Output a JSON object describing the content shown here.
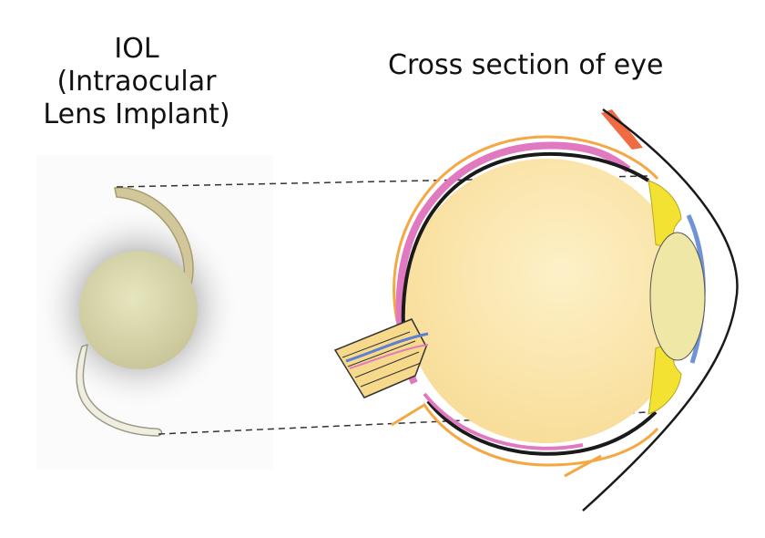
{
  "labels": {
    "iol_line1": "IOL",
    "iol_line2": "(Intraocular",
    "iol_line3": "Lens Implant)",
    "eye_title": "Cross section of eye"
  },
  "colors": {
    "background": "#ffffff",
    "text": "#111111",
    "sclera_outline": "#f5a742",
    "choroid": "#e079c0",
    "retina": "#1a1a1a",
    "vitreous": "#fbe6a8",
    "iris_ciliary": "#f4e233",
    "lens": "#efe7a6",
    "cornea_inner": "#6f93d6",
    "optic_nerve_fill": "#f7d98c",
    "optic_nerve_blue": "#5a7fd6",
    "optic_nerve_pink": "#e079c0",
    "muscle_top": "#f06a42",
    "iol_optic": "#d8d7aa",
    "iol_haptic": "#d2c79a"
  }
}
